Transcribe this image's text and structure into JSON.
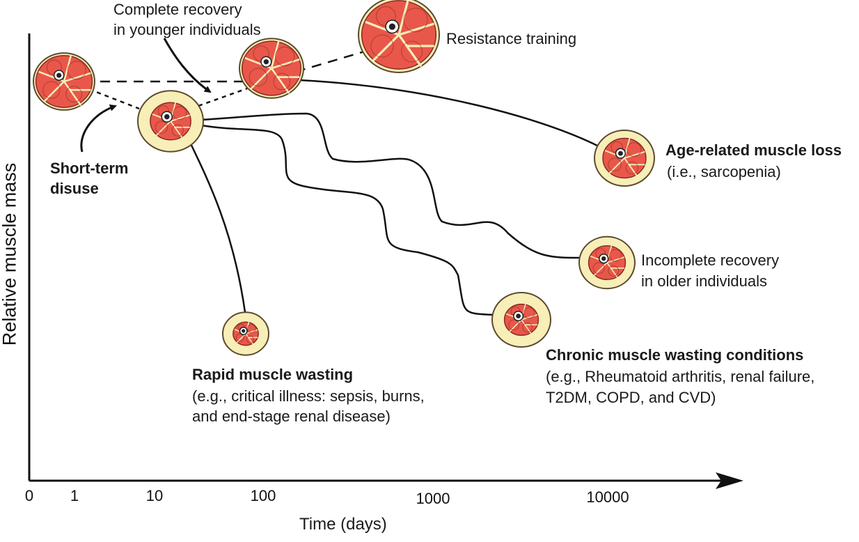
{
  "axes": {
    "y_label": "Relative muscle mass",
    "x_label": "Time (days)",
    "x_ticks": [
      "0",
      "1",
      "10",
      "100",
      "1000",
      "10000"
    ]
  },
  "labels": {
    "complete_recovery": [
      "Complete recovery",
      "in younger individuals"
    ],
    "resistance_training": "Resistance training",
    "short_term_disuse": [
      "Short-term",
      "disuse"
    ],
    "age_related_title": "Age-related muscle loss",
    "age_related_note": "(i.e., sarcopenia)",
    "incomplete_recovery": [
      "Incomplete recovery",
      "in older individuals"
    ],
    "rapid_title": "Rapid muscle wasting",
    "rapid_note": [
      "(e.g., critical illness: sepsis, burns,",
      "and end-stage renal disease)"
    ],
    "chronic_title": "Chronic muscle wasting conditions",
    "chronic_note": [
      "(e.g., Rheumatoid arthritis, renal failure,",
      "T2DM, COPD, and CVD)"
    ]
  },
  "colors": {
    "muscle": "#e8574a",
    "muscle_edge": "#8a2a22",
    "fat": "#f7eeb8",
    "fat_edge": "#5b4b2e",
    "line": "#111111"
  },
  "icons": [
    "muscle-cross-section-icon"
  ]
}
